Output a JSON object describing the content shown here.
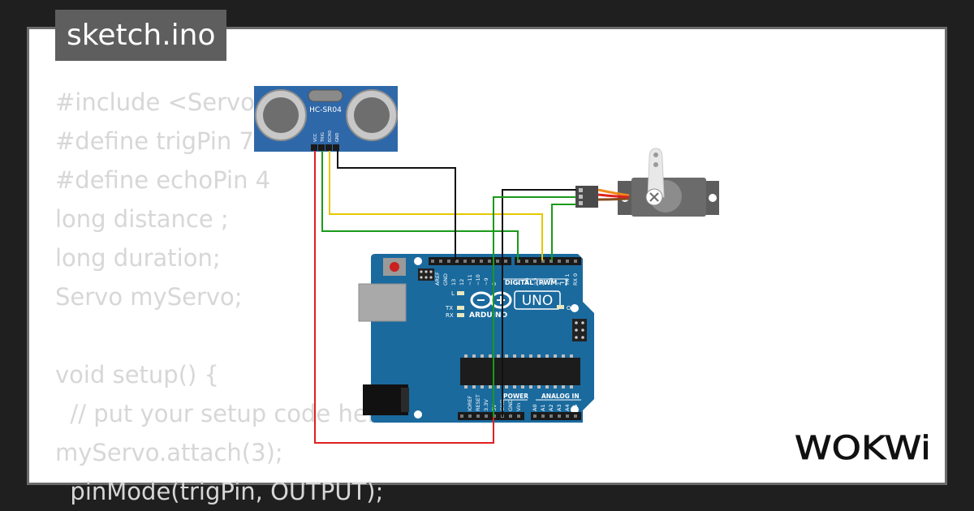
{
  "file_tab": {
    "label": "sketch.ino"
  },
  "code_lines": [
    "#include <Servo.h>",
    "#define trigPin 7",
    "#define echoPin 4",
    "long distance ;",
    "long duration;",
    "Servo myServo;",
    "",
    "void setup() {",
    "  // put your setup code here",
    "myServo.attach(3);",
    "  pinMode(trigPin, OUTPUT);"
  ],
  "sensor": {
    "label": "HC-SR04",
    "pins": [
      "VCC",
      "TRIG",
      "ECHO",
      "GND"
    ]
  },
  "arduino": {
    "brand": "ARDUINO",
    "model": "UNO",
    "digital_header": "DIGITAL (PWM ~)",
    "digital_pins": [
      "AREF",
      "GND",
      "13",
      "12",
      "~11",
      "~10",
      "~9",
      "8",
      "7",
      "~6",
      "~5",
      "4",
      "~3",
      "2",
      "TX 1",
      "RX 0"
    ],
    "power_header": "POWER",
    "power_pins": [
      "IOREF",
      "RESET",
      "3.3V",
      "5V",
      "GND",
      "GND",
      "Vin"
    ],
    "analog_header": "ANALOG IN",
    "analog_pins": [
      "A0",
      "A1",
      "A2",
      "A3",
      "A4",
      "A5"
    ],
    "led_l": "L",
    "led_tx": "TX",
    "led_rx": "RX",
    "led_on": "ON"
  },
  "wire_colors": {
    "vcc": "#e02020",
    "trig": "#1a9a1a",
    "echo": "#e6c800",
    "gnd": "#111111",
    "servo_signal": "#f08a1a"
  },
  "brand_colors": {
    "board": "#1a6a9e",
    "sensor": "#2f68a8",
    "servo": "#6b6b6b"
  },
  "logo": {
    "text": "WOKWi"
  }
}
